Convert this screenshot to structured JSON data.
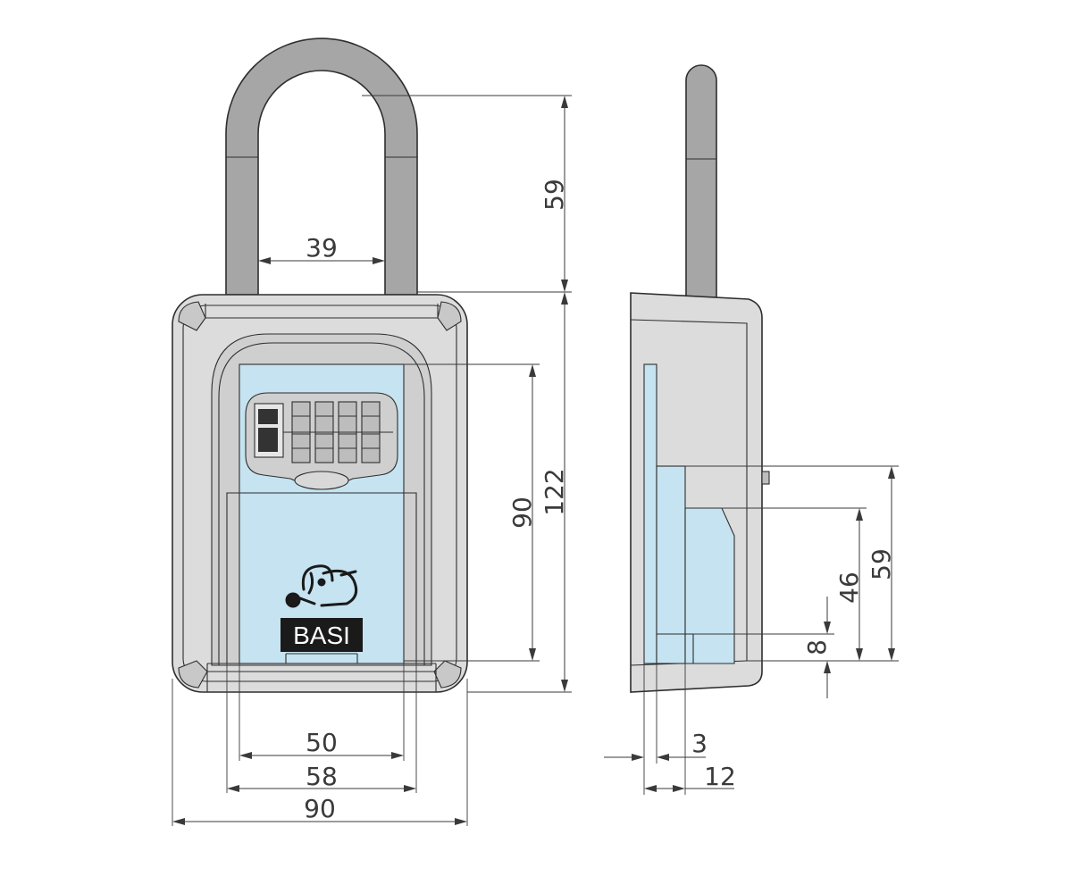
{
  "brand": {
    "logo_text": "BASI"
  },
  "colors": {
    "body_gray": "#dcdcdc",
    "shackle_gray": "#a6a6a6",
    "inner_gray": "#cfcfcf",
    "light_blue": "#c5e3f0",
    "line": "#2e2e2e",
    "logo_bg": "#1a1a1a"
  },
  "dimensions": {
    "front": {
      "shackle_height": "59",
      "shackle_inner_width": "39",
      "body_height": "122",
      "compartment_height": "90",
      "compartment_inner_width": "50",
      "compartment_outer_width": "58",
      "body_width": "90"
    },
    "side": {
      "upper_depth": "59",
      "lower_depth": "46",
      "bottom_offset": "8",
      "wall_thickness": "3",
      "compartment_depth": "12"
    }
  }
}
